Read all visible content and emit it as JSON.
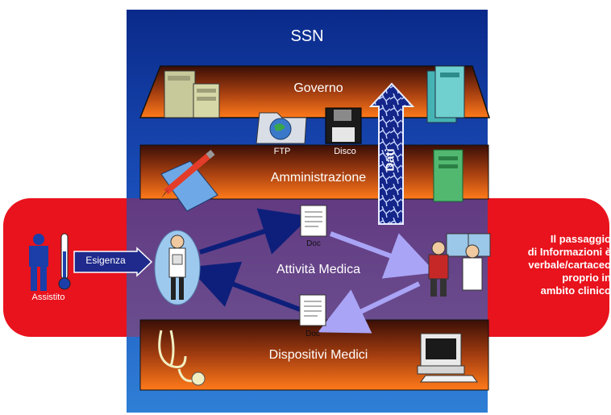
{
  "title": "SSN",
  "bands": {
    "governo": "Governo",
    "amministrazione": "Amministrazione",
    "attivita": "Attività Medica",
    "dispositivi": "Dispositivi Medici"
  },
  "icons": {
    "ftp": "FTP",
    "disco": "Disco",
    "doc_top": "Doc",
    "doc_bottom": "Doc"
  },
  "dati_label": "Dati",
  "esigenza_label": "Esigenza",
  "assistito_label": "Assistito",
  "side_caption": {
    "line1": "Il passaggio",
    "line2": "di Informazioni è",
    "line3": "verbale/cartaceo",
    "line4": "proprio in",
    "line5": "ambito clinico"
  },
  "colors": {
    "red_band": "#e8131d",
    "panel_top": "#0a2a8a",
    "panel_bottom": "#2f7fd6",
    "arrow_dark": "#0d1f7a",
    "arrow_light": "#a9a4f5"
  }
}
